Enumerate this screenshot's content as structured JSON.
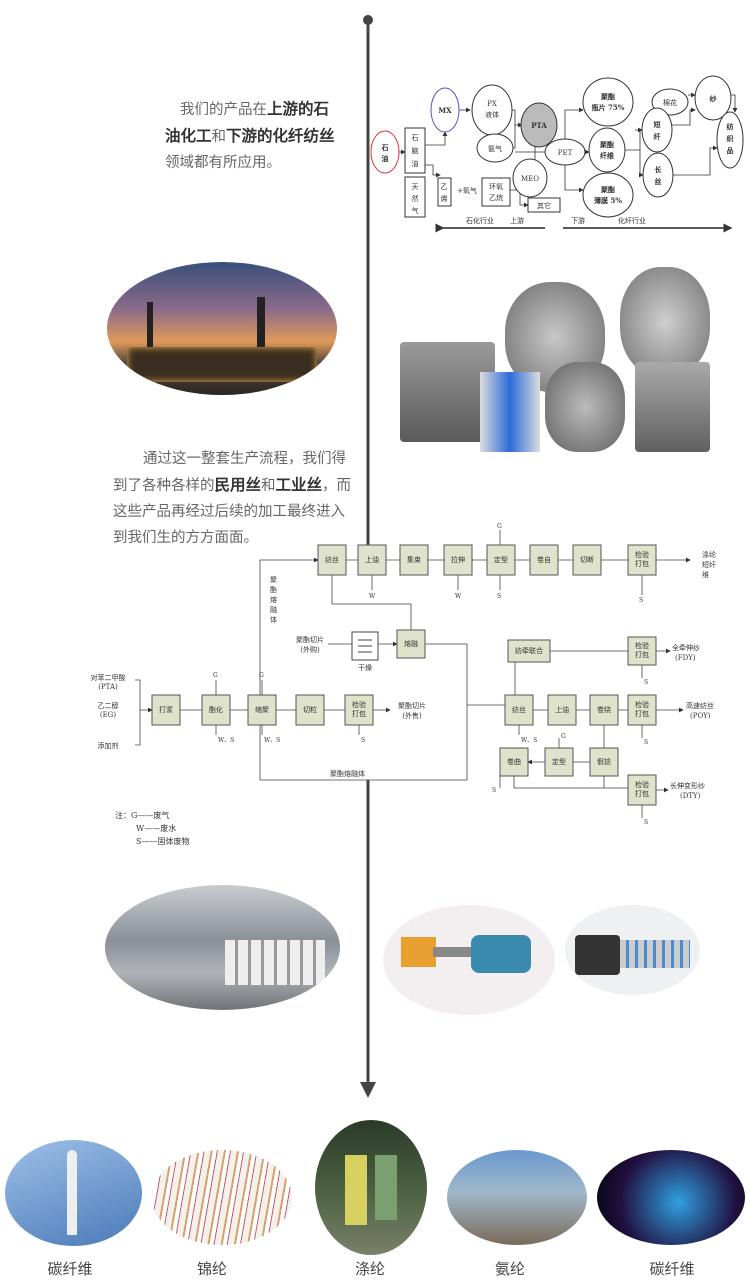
{
  "intro": {
    "line1_pre": "我们的产品在",
    "line1_bold": "上游的石",
    "line2_bold1": "油化工",
    "line2_mid": "和",
    "line2_bold2": "下游的化纤纺丝",
    "line3": "领域都有所应用。"
  },
  "process_text": {
    "line1": "通过这一整套生产流程，我们得",
    "line2_pre": "到了各种各样的",
    "line2_bold1": "民用丝",
    "line2_mid": "和",
    "line2_bold2": "工业丝",
    "line2_post": "，而",
    "line3": "这些产品再经过后续的加工最终进入",
    "line4": "到我们生的方方面面。"
  },
  "industry_chain": {
    "oil": [
      "石",
      "油"
    ],
    "naphtha": [
      "石",
      "脑",
      "油"
    ],
    "natural_gas": [
      "天",
      "然",
      "气"
    ],
    "mx": "MX",
    "px": [
      "PX",
      "液体"
    ],
    "ammonia": "氨气",
    "pta": "PTA",
    "pet": "PET",
    "meo": "MEO",
    "ethylene": [
      "乙",
      "烯"
    ],
    "oxygen": "+氧气",
    "ethylene_oxide": [
      "环氧",
      "乙烷"
    ],
    "other": "其它",
    "bottle_chip": [
      "聚酯",
      "瓶片 75%"
    ],
    "fiber": [
      "聚酯",
      "纤维"
    ],
    "film": [
      "聚酯",
      "薄膜 5%"
    ],
    "cotton": "棉花",
    "yarn": "纱",
    "staple": [
      "短",
      "纤"
    ],
    "filament": [
      "长",
      "丝"
    ],
    "textile": [
      "纺",
      "织",
      "品"
    ],
    "axis": {
      "petro": "石化行业",
      "up": "上游",
      "down": "下游",
      "chem_fiber": "化纤行业"
    }
  },
  "flow": {
    "top_row": [
      "纺丝",
      "上油",
      "集束",
      "拉伸",
      "定型",
      "卷自",
      "切断",
      "检验打包"
    ],
    "staple_out": [
      "涤纶",
      "短纤",
      "维"
    ],
    "melt_vertical": [
      "聚",
      "酯",
      "熔",
      "融",
      "体"
    ],
    "chip_in": [
      "聚酯切片",
      "(外购)"
    ],
    "dry": "干燥",
    "melt": "熔融",
    "inputs": [
      [
        "对苯二甲酸",
        "(PTA)"
      ],
      [
        "乙二醇",
        "(EG)"
      ],
      [
        "添加剂"
      ]
    ],
    "mid_row": [
      "打浆",
      "酯化",
      "缩聚",
      "切粒",
      "检验打包"
    ],
    "chip_out": [
      "聚酯切片",
      "(外售)"
    ],
    "melt_bottom": "聚酯熔融体",
    "right_row": [
      "纺丝",
      "上油",
      "卷绕",
      "检验打包"
    ],
    "fdy_box": "纺牵联合",
    "fdy_pack": "检验打包",
    "fdy_out": [
      "全牵伸纱",
      "(FDY)"
    ],
    "poy_out": [
      "高速纺丝",
      "(POY)"
    ],
    "dty_row": [
      "卷曲",
      "定型",
      "假捻"
    ],
    "dty_pack": "检验打包",
    "dty_out": [
      "长伸变形纱",
      "(DTY)"
    ],
    "marks": {
      "g": "G",
      "w": "W",
      "s": "S",
      "ws": "W、S"
    },
    "note": [
      "注：G——废气",
      "W——废水",
      "S——固体废物"
    ]
  },
  "products": [
    "碳纤维",
    "锦纶",
    "涤纶",
    "氨纶",
    "碳纤维"
  ],
  "colors": {
    "box_fill": "#dfe3cc",
    "box_stroke": "#555",
    "pta_fill": "#bbb",
    "axis_line": "#444"
  }
}
